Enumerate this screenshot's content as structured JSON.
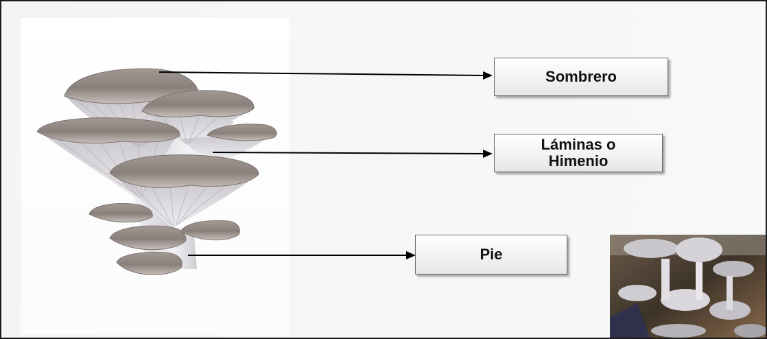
{
  "diagram": {
    "labels": {
      "sombrero": "Sombrero",
      "laminas": "Láminas o\nHimenio",
      "pie": "Pie"
    },
    "subject": "oyster-mushroom-illustration",
    "photo": "oyster-mushroom-photo"
  },
  "colors": {
    "cap": "#8f8580",
    "gills": "#e3e1e3",
    "arrow": "#000000",
    "frame": "#1a1a1a"
  }
}
